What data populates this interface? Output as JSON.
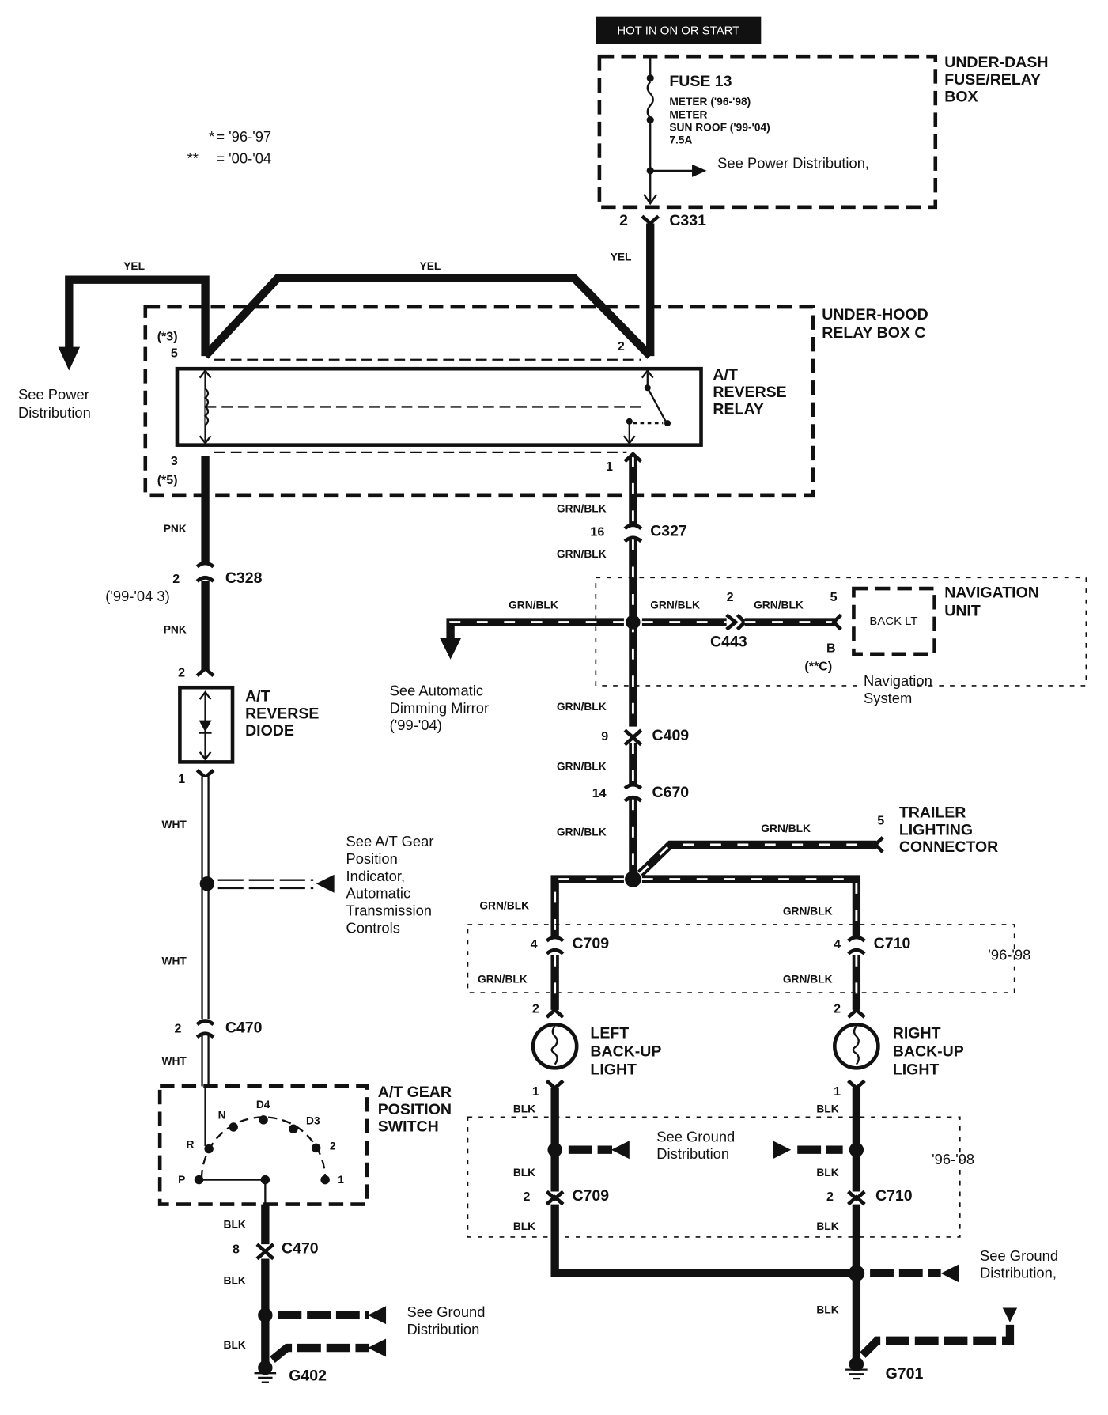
{
  "header": {
    "hot_label": "HOT IN ON OR START"
  },
  "legend": [
    {
      "symbol": "*",
      "meaning": "= '96-'97"
    },
    {
      "symbol": "**",
      "meaning": "= '00-'04"
    }
  ],
  "components": {
    "fuse_box": {
      "title_lines": [
        "UNDER-DASH",
        "FUSE/RELAY",
        "BOX"
      ],
      "fuse_name": "FUSE 13",
      "fuse_lines": [
        "METER ('96-'98)",
        "METER",
        "SUN ROOF ('99-'04)",
        "7.5A"
      ],
      "see_power": "See Power Distribution,"
    },
    "relay_box": {
      "title_lines": [
        "UNDER-HOOD",
        "RELAY BOX C"
      ]
    },
    "relay": {
      "title_lines": [
        "A/T",
        "REVERSE",
        "RELAY"
      ],
      "pin_left_top": "5",
      "pin_left_top_alt": "(*3)",
      "pin_left_bottom": "3",
      "pin_left_bottom_alt": "(*5)",
      "pin_right_top": "2",
      "pin_right_bottom": "1"
    },
    "diode": {
      "title_lines": [
        "A/T",
        "REVERSE",
        "DIODE"
      ],
      "pin_top": "2",
      "pin_bottom": "1"
    },
    "gear_switch": {
      "title_lines": [
        "A/T GEAR",
        "POSITION",
        "SWITCH"
      ],
      "positions": [
        "P",
        "R",
        "N",
        "D4",
        "D3",
        "2",
        "1"
      ]
    },
    "nav_unit": {
      "title_lines": [
        "NAVIGATION",
        "UNIT"
      ],
      "inner": "BACK LT",
      "pin": "5",
      "pin_alt_1": "B",
      "pin_alt_2": "(**C)",
      "system_lines": [
        "Navigation",
        "System"
      ]
    },
    "trailer": {
      "title_lines": [
        "TRAILER",
        "LIGHTING",
        "CONNECTOR"
      ],
      "pin": "5"
    },
    "left_light": {
      "title_lines": [
        "LEFT",
        "BACK-UP",
        "LIGHT"
      ],
      "pin_top": "2",
      "pin_bottom": "1"
    },
    "right_light": {
      "title_lines": [
        "RIGHT",
        "BACK-UP",
        "LIGHT"
      ],
      "pin_top": "2",
      "pin_bottom": "1"
    }
  },
  "connectors": {
    "c331": {
      "name": "C331",
      "pin": "2"
    },
    "c328": {
      "name": "C328",
      "pin": "2",
      "alt": "('99-'04 3)"
    },
    "c327": {
      "name": "C327",
      "pin": "16"
    },
    "c443": {
      "name": "C443",
      "pin": "2"
    },
    "c409": {
      "name": "C409",
      "pin": "9"
    },
    "c670": {
      "name": "C670",
      "pin": "14"
    },
    "c709_top": {
      "name": "C709",
      "pin": "4"
    },
    "c710_top": {
      "name": "C710",
      "pin": "4"
    },
    "c709_bot": {
      "name": "C709",
      "pin": "2"
    },
    "c710_bot": {
      "name": "C710",
      "pin": "2"
    },
    "c470_top": {
      "name": "C470",
      "pin": "2"
    },
    "c470_bot": {
      "name": "C470",
      "pin": "8"
    }
  },
  "grounds": {
    "g402": "G402",
    "g701": "G701"
  },
  "wire_colors": {
    "yel": "YEL",
    "pnk": "PNK",
    "grn_blk": "GRN/BLK",
    "wht": "WHT",
    "blk": "BLK"
  },
  "notes": {
    "see_power_left": [
      "See Power",
      "Distribution"
    ],
    "see_dimming": [
      "See Automatic",
      "Dimming Mirror",
      "('99-'04)"
    ],
    "see_gear": [
      "See A/T Gear",
      "Position",
      "Indicator,",
      "Automatic",
      "Transmission",
      "Controls"
    ],
    "see_ground_mid": [
      "See Ground",
      "Distribution"
    ],
    "see_ground_right": [
      "See Ground",
      "Distribution,"
    ],
    "see_ground_left": [
      "See Ground",
      "Distribution"
    ],
    "years_96_98": "'96-'98"
  }
}
